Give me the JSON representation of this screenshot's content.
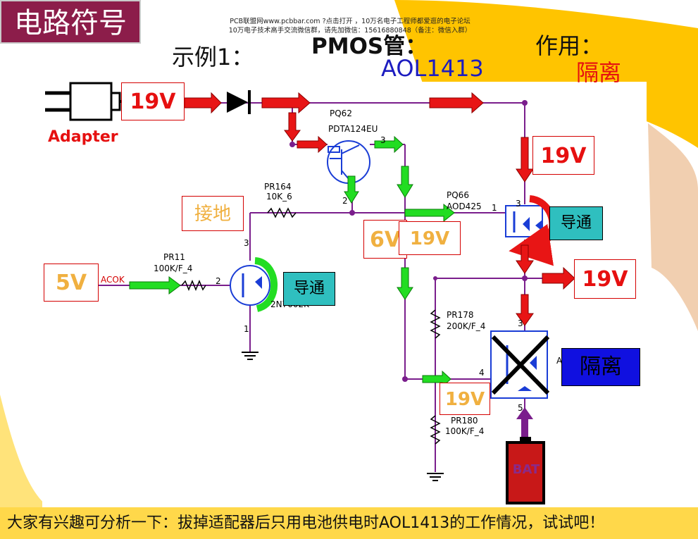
{
  "header": {
    "title": "电路符号",
    "watermark_line1": "PCB联盟网www.pcbbar.com ?点击打开 ，10万名电子工程师都爱逛的电子论坛",
    "watermark_line2": "10万电子技术高手交流微信群，请先加微信：15616880848（备注：微信入群）",
    "example_label": "示例1：",
    "pmos_label": "PMOS管：",
    "part_number": "AOL1413",
    "function_label": "作用：",
    "function_value": "隔离"
  },
  "diagram": {
    "adapter_label": "Adapter",
    "adapter_voltage": "19V",
    "pq62_ref": "PQ62",
    "pq62_part": "PDTA124EU",
    "pq62_pin3": "3",
    "pq62_pin2": "2",
    "pr164_ref": "PR164",
    "pr164_value": "10K_6",
    "ground_label": "接地",
    "pq66_ref": "PQ66",
    "pq66_part": "AOD425",
    "pq66_pin1": "1",
    "pq66_pin3": "3",
    "pq66_state": "导通",
    "pq66_drain_voltage": "19V",
    "node_6v": "6V",
    "node_19v": "19V",
    "pr11_ref": "PR11",
    "pr11_value": "100K/F_4",
    "acok_voltage": "5V",
    "acok_label": "ACOK",
    "nmos_pin2": "2",
    "nmos_pin3": "3",
    "nmos_pin1": "1",
    "nmos_part": "2N7002K",
    "nmos_state": "导通",
    "pr178_ref": "PR178",
    "pr178_value": "200K/F_4",
    "pr180_ref": "PR180",
    "pr180_value": "100K/F_4",
    "gate_voltage": "19V",
    "gate_pin": "4",
    "output_voltage": "19V",
    "aol_pin3": "3",
    "aol_pin5": "5",
    "aol_pin_a": "A",
    "isolation_label": "隔离",
    "battery_label": "BAT"
  },
  "footer": {
    "text": "大家有兴趣可分析一下：拔掉适配器后只用电池供电时AOL1413的工作情况，试试吧！"
  },
  "colors": {
    "title_bg": "#8c1d4a",
    "wire": "#7a1e8c",
    "arrow_red": "#e81515",
    "arrow_green": "#22dd22",
    "mosfet_blue": "#1a3dd6",
    "state_box": "#2fbfbf",
    "isolation_box": "#1010e0",
    "battery": "#c81818",
    "accent_yellow": "#ffc400"
  }
}
